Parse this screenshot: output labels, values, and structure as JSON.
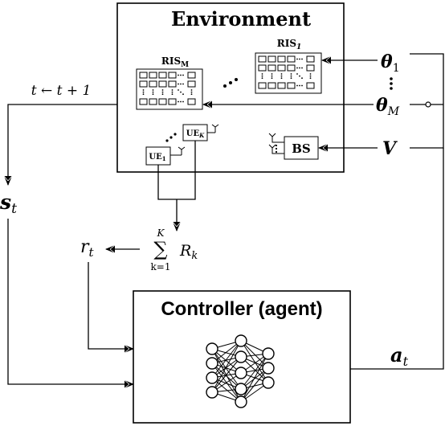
{
  "environment": {
    "title": "Environment",
    "ris_first": {
      "label": "RIS",
      "sub": "M"
    },
    "ris_last": {
      "label": "RIS",
      "sub": "1"
    },
    "bs_label": "BS",
    "ue_first": {
      "label": "UE",
      "sub": "1"
    },
    "ue_last": {
      "label": "UE",
      "sub": "K"
    }
  },
  "controller": {
    "title": "Controller (agent)"
  },
  "inputs": {
    "theta_1": {
      "base": "θ",
      "sub": "1"
    },
    "theta_M": {
      "base": "θ",
      "sub": "M"
    },
    "V": "V"
  },
  "signals": {
    "time_update": "t ← t + 1",
    "state": {
      "base": "s",
      "sub": "t"
    },
    "reward": {
      "base": "r",
      "sub": "t"
    },
    "action": {
      "base": "a",
      "sub": "t"
    }
  },
  "sum": {
    "symbol": "∑",
    "upper": "K",
    "lower": "k=1",
    "term": "R",
    "term_sub": "k"
  }
}
